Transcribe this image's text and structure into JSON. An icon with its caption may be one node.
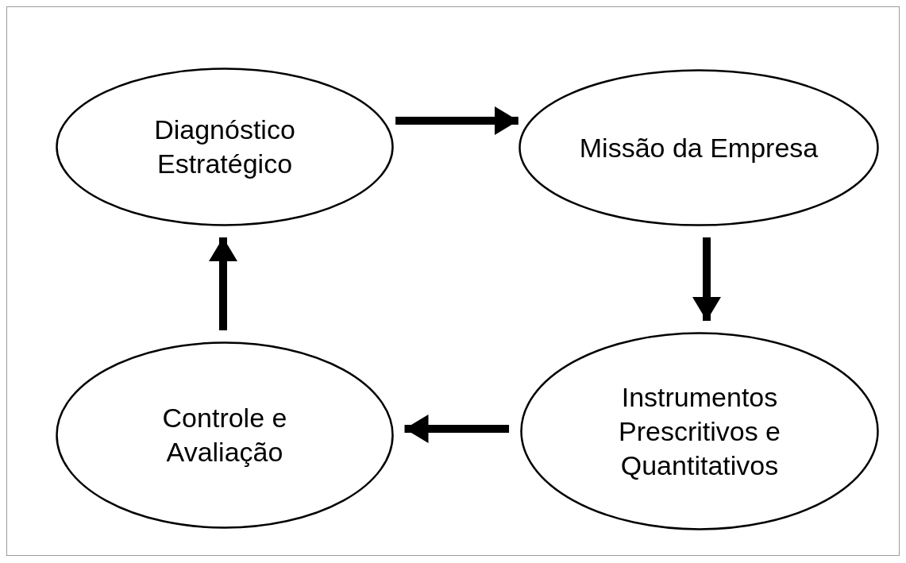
{
  "diagram": {
    "nodes": [
      {
        "text": [
          "Diagnóstico Estratégico"
        ]
      },
      {
        "text": [
          "Missão da Empresa"
        ]
      },
      {
        "text": [
          "Instrumentos Prescritivos e Quantitativos"
        ]
      },
      {
        "text": [
          "Controle e Avaliação"
        ]
      }
    ],
    "edges": [
      {
        "from": 0,
        "to": 1,
        "arrow": "to"
      },
      {
        "from": 1,
        "to": 2,
        "arrow": "to"
      },
      {
        "from": 2,
        "to": 3,
        "arrow": "to"
      },
      {
        "from": 3,
        "to": 0,
        "arrow": "to"
      }
    ]
  }
}
